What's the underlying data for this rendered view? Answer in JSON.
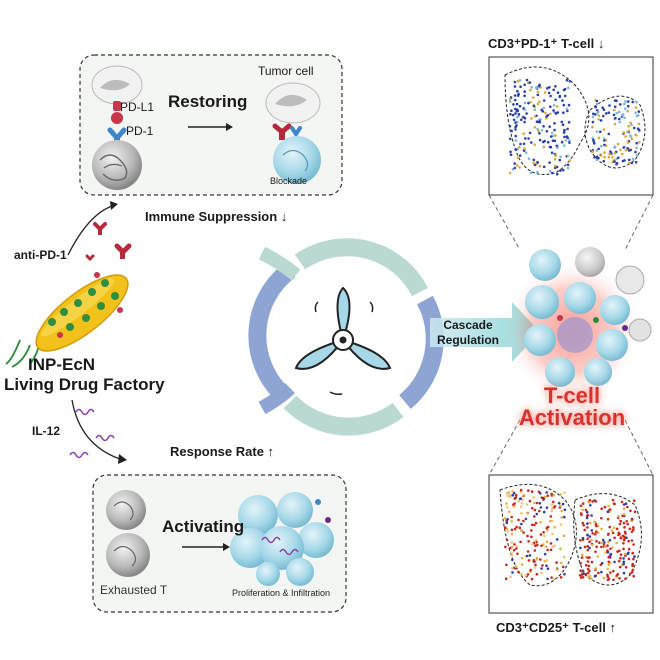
{
  "top_box": {
    "title": "Restoring",
    "pd_l1": "PD-L1",
    "pd_1": "PD-1",
    "tumor_cell": "Tumor cell",
    "blockade": "Blockade"
  },
  "bottom_box": {
    "title": "Activating",
    "exhausted": "Exhausted T",
    "proliferation": "Proliferation & Infiltration"
  },
  "left": {
    "anti_pd1": "anti-PD-1",
    "il12": "IL-12",
    "name_line1": "INP-EcN",
    "name_line2": "Living Drug Factory"
  },
  "center": {
    "immune_suppression": "Immune Suppression",
    "immune_suppression_arrow": "↓",
    "response_rate": "Response Rate",
    "response_rate_arrow": "↑",
    "cascade_line1": "Cascade",
    "cascade_line2": "Regulation"
  },
  "right": {
    "top_label": "CD3⁺PD-1⁺ T-cell",
    "top_arrow": "↓",
    "bottom_label": "CD3⁺CD25⁺ T-cell",
    "bottom_arrow": "↑",
    "activation_line1": "T-cell",
    "activation_line2": "Activation"
  },
  "colors": {
    "pd_l1": "#c8364a",
    "pd_1": "#3f86c9",
    "cell_blue": "#a6d8e8",
    "bacteria": "#f2c21b",
    "activation_red": "#d9322e",
    "tsne_blue": "#2b3fa8",
    "tsne_red": "#c8281e"
  }
}
